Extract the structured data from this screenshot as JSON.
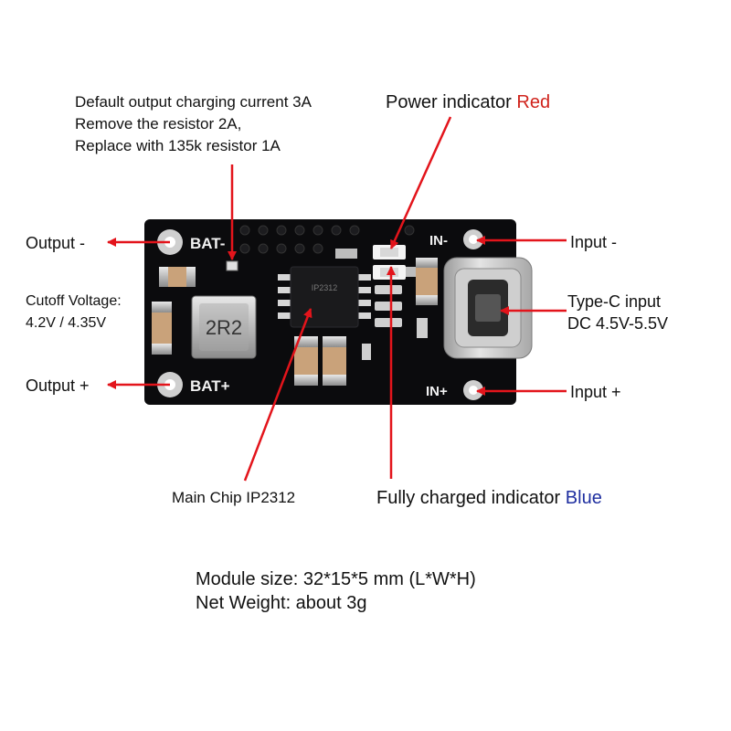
{
  "labels": {
    "charge_current": [
      "Default output charging current 3A",
      "Remove the resistor 2A,",
      "Replace with 135k resistor 1A"
    ],
    "power_indicator": {
      "text": "Power indicator ",
      "color_word": "Red",
      "color": "#d0231c"
    },
    "output_minus": "Output -",
    "input_minus": "Input -",
    "cutoff_voltage": [
      "Cutoff Voltage:",
      "4.2V / 4.35V"
    ],
    "type_c": [
      "Type-C input",
      "DC 4.5V-5.5V"
    ],
    "output_plus": "Output +",
    "input_plus": "Input +",
    "main_chip": "Main Chip IP2312",
    "full_indicator": {
      "text": "Fully charged indicator ",
      "color_word": "Blue",
      "color": "#1f2fa0"
    },
    "module_size": "Module size: 32*15*5 mm (L*W*H)",
    "net_weight": "Net Weight: about 3g"
  },
  "board": {
    "bat_minus": "BAT-",
    "bat_plus": "BAT+",
    "in_minus": "IN-",
    "in_plus": "IN+",
    "inductor_marking": "2R2",
    "chip_marking": "IP2312",
    "pcb_color": "#0b0b0d"
  },
  "colors": {
    "arrow": "#e3141b"
  }
}
